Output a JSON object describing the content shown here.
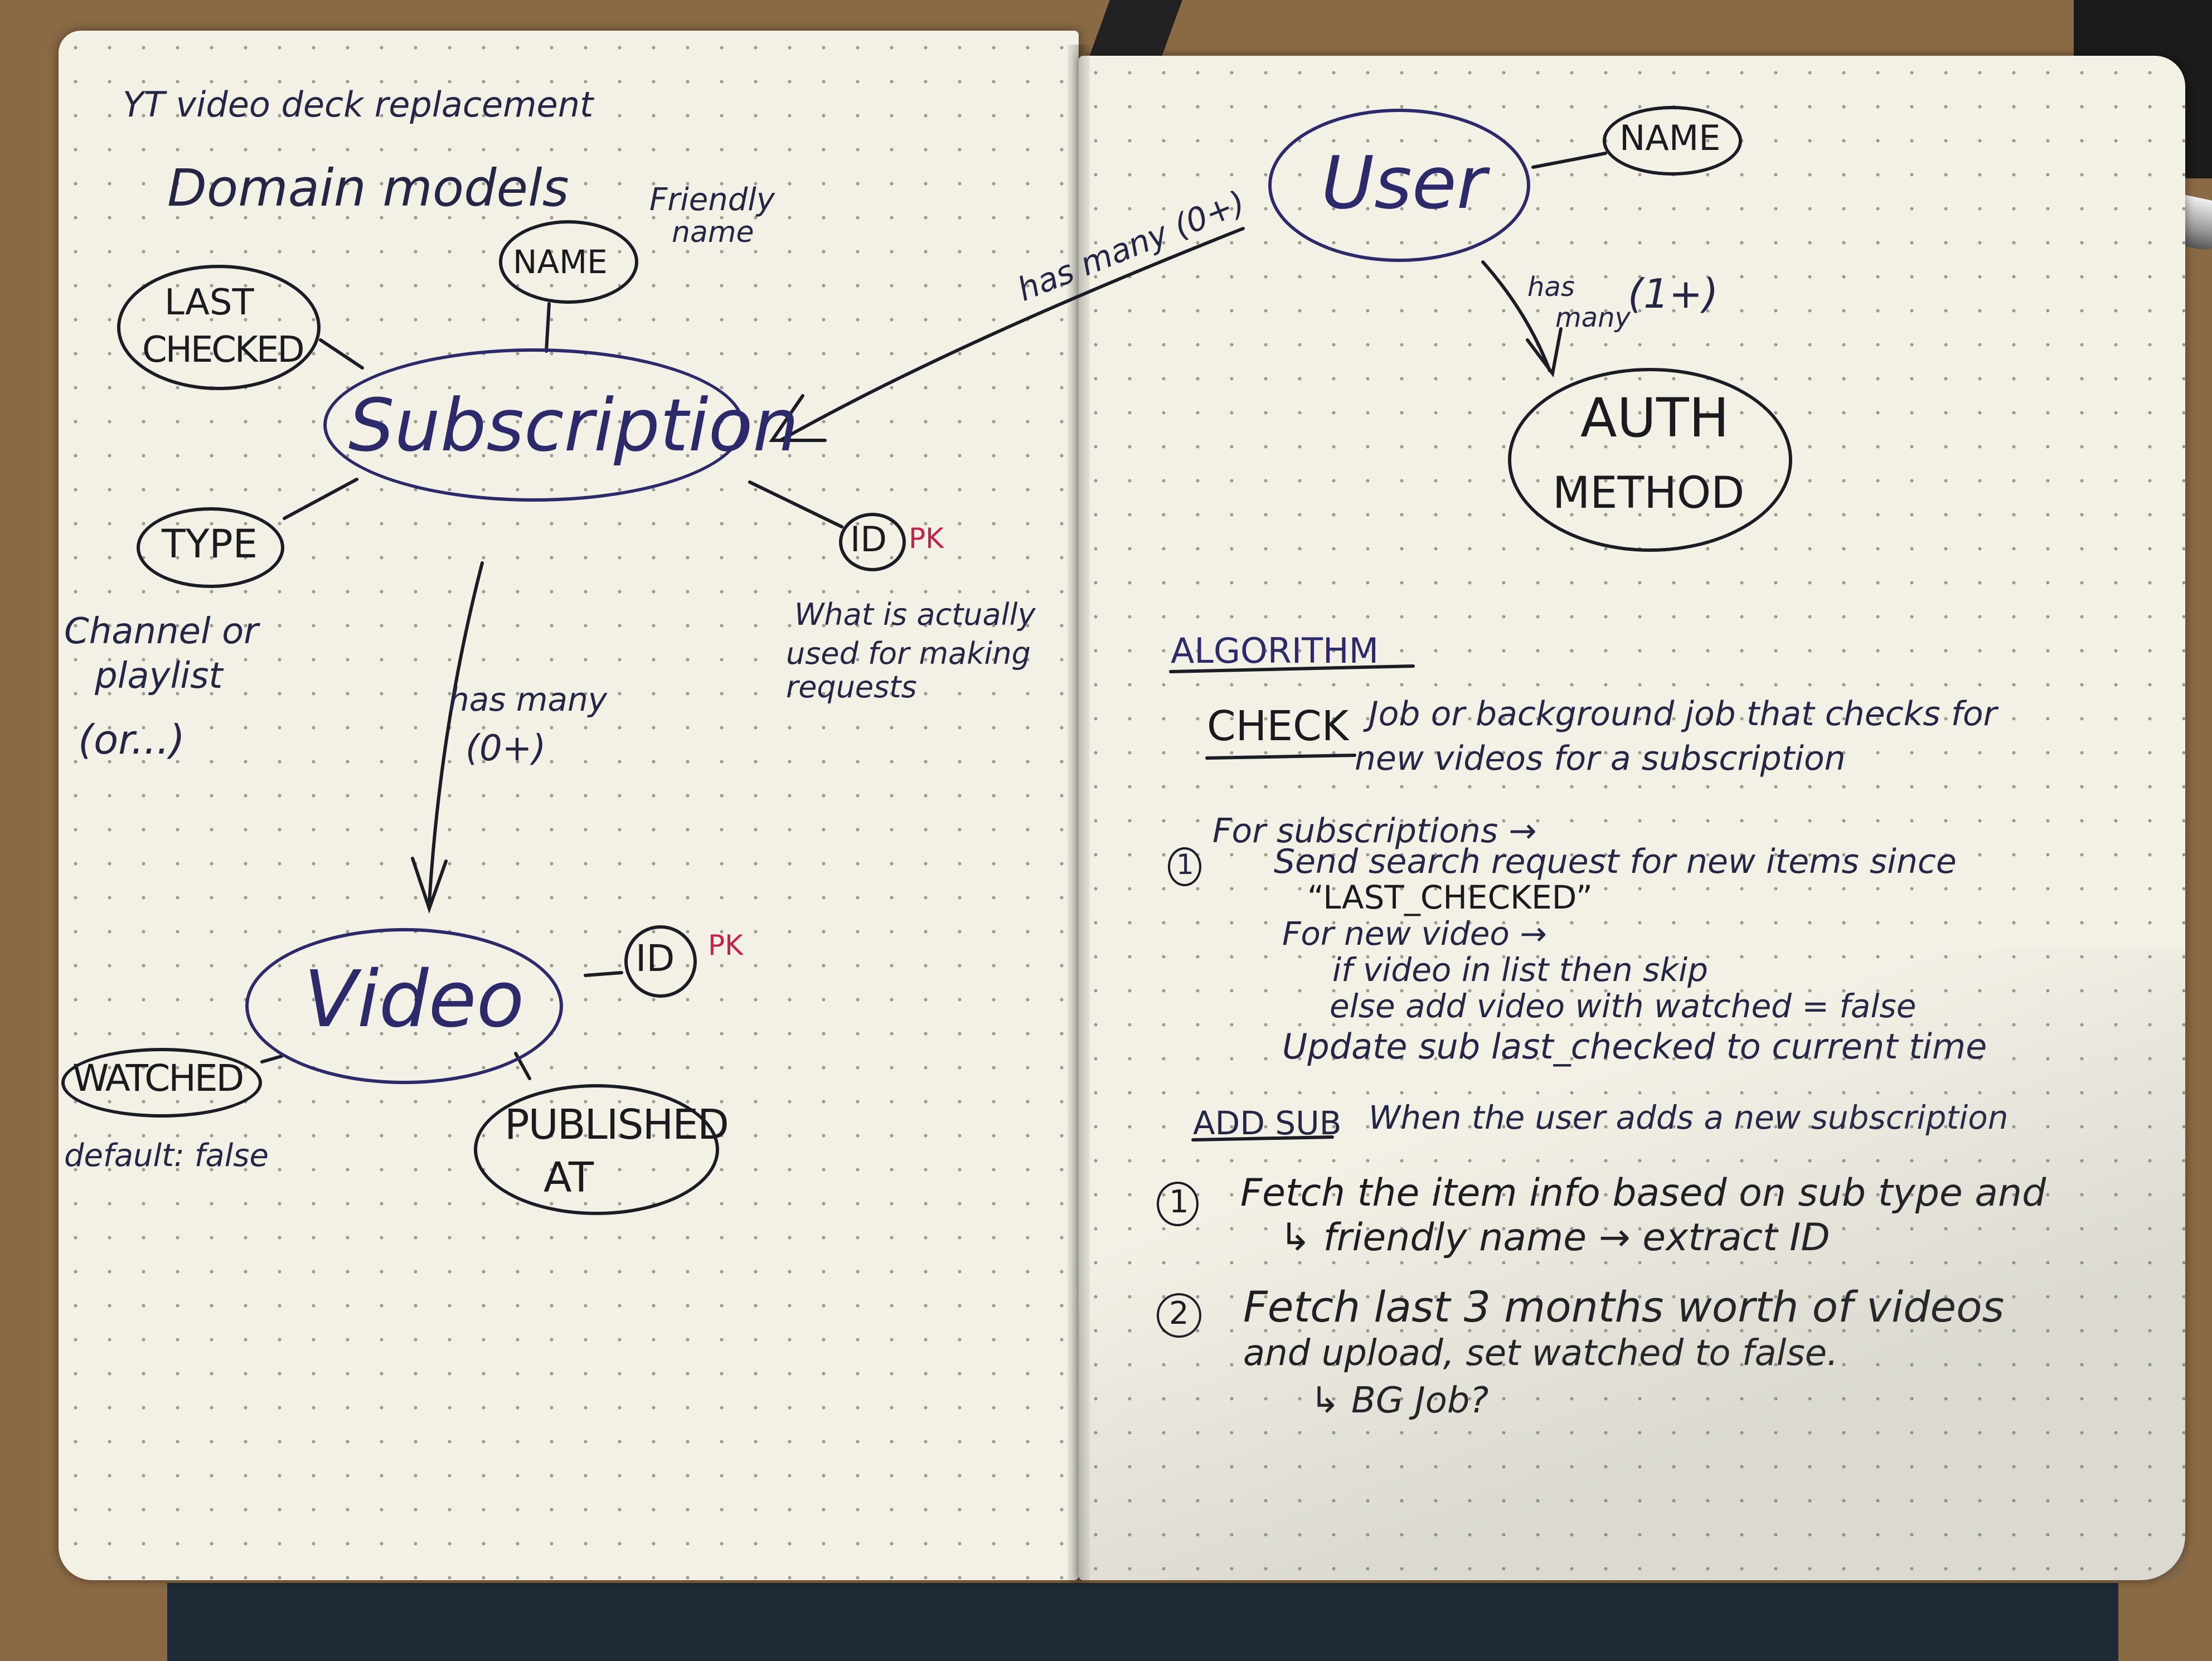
{
  "left_page": {
    "title": "YT video deck replacement",
    "heading": "Domain models",
    "entities": {
      "subscription": "Subscription",
      "video": "Video"
    },
    "attributes": {
      "name": "NAME",
      "name_note_1": "Friendly",
      "name_note_2": "name",
      "last_checked_1": "LAST",
      "last_checked_2": "CHECKED",
      "type": "TYPE",
      "type_note_1": "Channel or",
      "type_note_2": "playlist",
      "type_note_3": "(or...)",
      "sub_id": "ID",
      "sub_id_pk": "PK",
      "sub_id_note_1": "What is actually",
      "sub_id_note_2": "used for making",
      "sub_id_note_3": "requests",
      "video_id": "ID",
      "video_id_pk": "PK",
      "watched": "WATCHED",
      "watched_note": "default: false",
      "published_1": "PUBLISHED",
      "published_2": "AT"
    },
    "relation": {
      "line_1": "has many",
      "line_2": "(0+)"
    }
  },
  "right_page": {
    "user": "User",
    "user_name": "NAME",
    "user_to_sub": "has many (0+)",
    "auth_rel_1": "has",
    "auth_rel_2": "many",
    "auth_rel_3": "(1+)",
    "auth_1": "AUTH",
    "auth_2": "METHOD",
    "algorithm_heading": "ALGORITHM",
    "check": {
      "label": "CHECK",
      "desc_1": "Job or background job that checks for",
      "desc_2": "new videos for a subscription",
      "step_num": "1",
      "lines": [
        "For subscriptions →",
        "Send search request for new items since",
        "“LAST_CHECKED”",
        "For new video →",
        "if video in list then skip",
        "else add video with watched = false",
        "Update sub last_checked to current time"
      ]
    },
    "add_sub": {
      "label": "ADD SUB",
      "desc": "When the user adds a new subscription",
      "step1_num": "1",
      "step1_line1": "Fetch the item info based on sub type and",
      "step1_line2": "↳ friendly name → extract ID",
      "step2_num": "2",
      "step2_line1": "Fetch last 3 months worth of videos",
      "step2_line2": "and upload, set watched to false.",
      "step2_line3": "↳ BG Job?"
    }
  },
  "colors": {
    "ink_black": "#1b1b1f",
    "ink_blue": "#2c2a6a",
    "pk_red": "#c8204a",
    "paper": "#f3f1e6"
  }
}
